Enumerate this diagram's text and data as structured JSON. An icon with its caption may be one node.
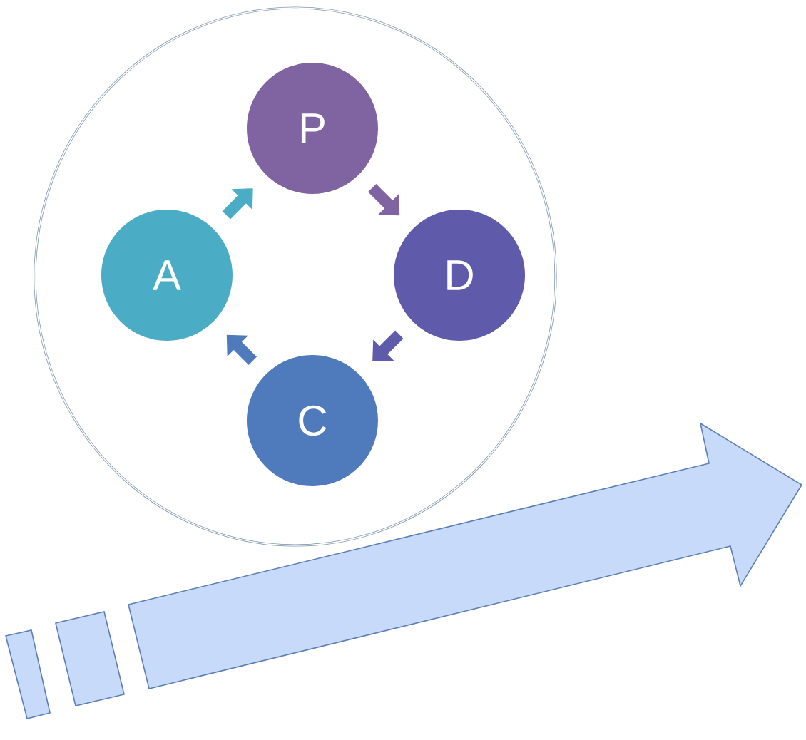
{
  "diagram": {
    "nodes": [
      {
        "text": [],
        "shape": "circle"
      },
      {
        "text": [
          "P"
        ],
        "in": 0
      },
      {
        "text": [
          "D"
        ],
        "in": 0
      },
      {
        "text": [
          "C"
        ],
        "in": 0
      },
      {
        "text": [
          "A"
        ],
        "in": 0
      }
    ],
    "edges": [
      {
        "from": 1,
        "to": 2,
        "arrow": "to",
        "color": "#8064a2"
      },
      {
        "from": 2,
        "to": 3,
        "arrow": "to",
        "color": "#5f5aaa"
      },
      {
        "from": 3,
        "to": 4,
        "arrow": "to",
        "color": "#4f7bbd"
      },
      {
        "from": 4,
        "to": 1,
        "arrow": "to",
        "color": "#4bacc6"
      }
    ]
  }
}
